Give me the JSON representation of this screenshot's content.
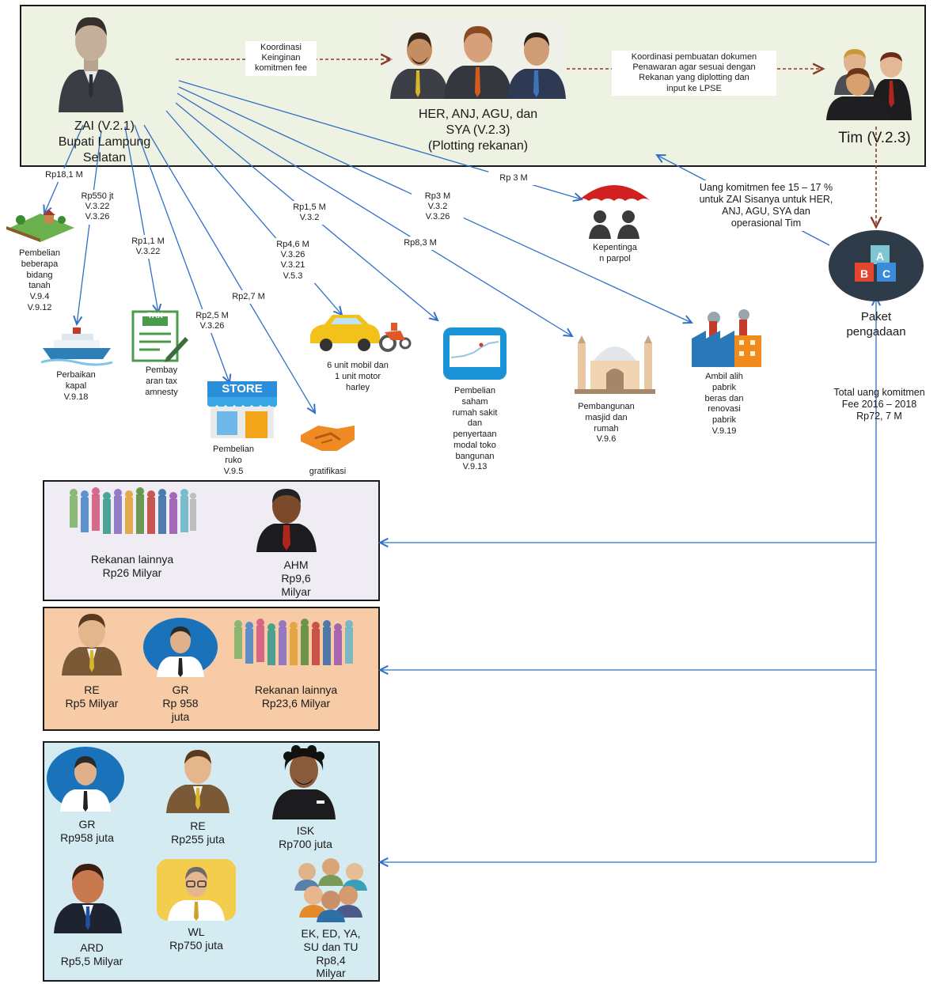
{
  "top": {
    "zai_label": "ZAI (V.2.1)\nBupati Lampung\nSelatan",
    "coord1": "Koordinasi\nKeinginan\nkomitmen fee",
    "rekanan_label": "HER, ANJ, AGU, dan\nSYA (V.2.3)\n(Plotting rekanan)",
    "coord2": "Koordinasi pembuatan dokumen\nPenawaran agar sesuai dengan\nRekanan yang diplotting dan\ninput ke LPSE",
    "tim_label": "Tim (V.2.3)"
  },
  "flows": {
    "f1": "Rp18,1 M",
    "f2": "Rp550 jt\nV.3.22\nV.3.26",
    "f3": "Rp1,1 M\nV.3.22",
    "f4": "Rp2,5 M\nV.3.26",
    "f5": "Rp2,7 M",
    "f6": "Rp4,6 M\nV.3.26\nV.3.21\nV.5.3",
    "f7": "Rp1,5 M\nV.3.2",
    "f8": "Rp8,3 M",
    "f9": "Rp3 M\nV.3.2\nV.3.26",
    "f10": "Rp 3 M"
  },
  "uses": {
    "u1": "Pembelian\nbeberapa\nbidang\ntanah\nV.9.4\nV.9.12",
    "u2": "Perbaikan\nkapal\nV.9.18",
    "u3": "Pembay\naran tax\namnesty",
    "u4": "Pembelian\nruko\nV.9.5",
    "u5": "gratifikasi",
    "u6": "6 unit mobil dan\n1 unit motor\nharley",
    "u7": "Pembelian\nsaham\nrumah sakit\ndan\npenyertaan\nmodal toko\nbangunan\nV.9.13",
    "u8": "Pembangunan\nmasjid dan\nrumah\nV.9.6",
    "u9": "Ambil alih\npabrik\nberas dan\nrenovasi\npabrik\nV.9.19",
    "u10": "Kepentinga\nn parpol"
  },
  "right": {
    "komitmen_note": "Uang komitmen fee 15 – 17 %\nuntuk ZAI Sisanya untuk HER,\nANJ, AGU, SYA dan\noperasional Tim",
    "paket_label": "Paket\npengadaan",
    "paket_icon_letters": [
      "A",
      "B",
      "C"
    ],
    "total_label": "Total uang komitmen\nFee 2016 – 2018\nRp72, 7 M",
    "store_sign": "STORE",
    "tax_sign": "TAX"
  },
  "group1": {
    "rekanan": "Rekanan lainnya\nRp26 Milyar",
    "ahm": "AHM\nRp9,6\nMilyar"
  },
  "group2": {
    "re": "RE\nRp5 Milyar",
    "gr": "GR\nRp 958\njuta",
    "rekanan": "Rekanan lainnya\nRp23,6 Milyar"
  },
  "group3": {
    "gr": "GR\nRp958 juta",
    "re": "RE\nRp255 juta",
    "isk": "ISK\nRp700 juta",
    "ard": "ARD\nRp5,5 Milyar",
    "wl": "WL\nRp750 juta",
    "ek": "EK, ED, YA,\nSU dan TU\nRp8,4\nMilyar"
  },
  "colors": {
    "top_bg": "#eef2e2",
    "g1_bg": "#efedf3",
    "g2_bg": "#f8cba7",
    "g3_bg": "#d4ebf1",
    "flow_blue": "#2f6fc6",
    "dash_brown": "#8b3a2a"
  }
}
